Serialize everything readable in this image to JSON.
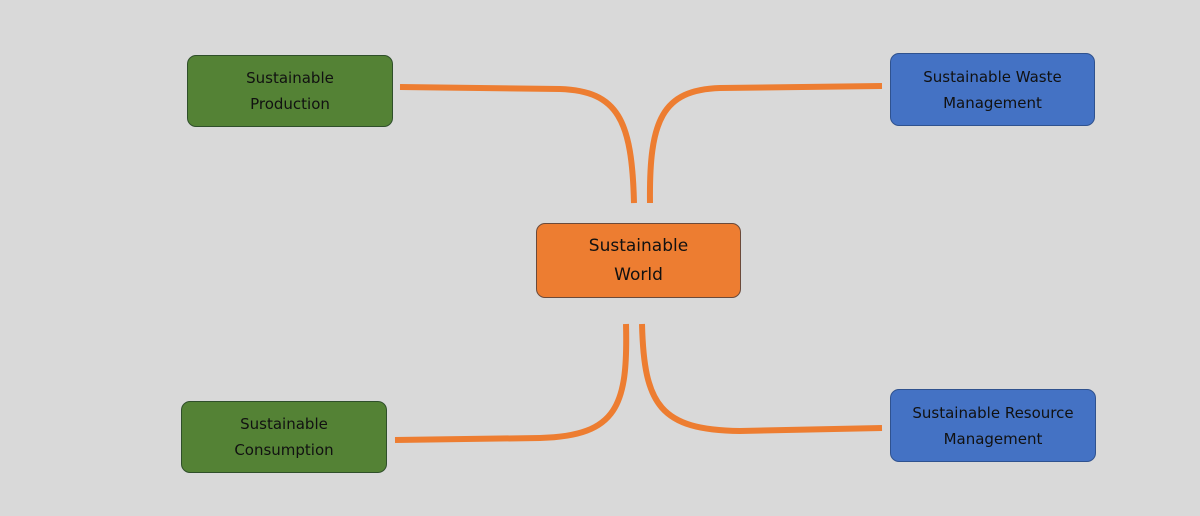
{
  "nodes": {
    "center": {
      "label": "Sustainable\nWorld"
    },
    "production": {
      "label": "Sustainable\nProduction"
    },
    "waste": {
      "label": "Sustainable Waste\nManagement"
    },
    "consumption": {
      "label": "Sustainable\nConsumption"
    },
    "resource": {
      "label": "Sustainable Resource\nManagement"
    }
  },
  "colors": {
    "background": "#d9d9d9",
    "green": "#548235",
    "blue": "#4472c4",
    "orange": "#ed7d31",
    "connector": "#ed7d31"
  }
}
